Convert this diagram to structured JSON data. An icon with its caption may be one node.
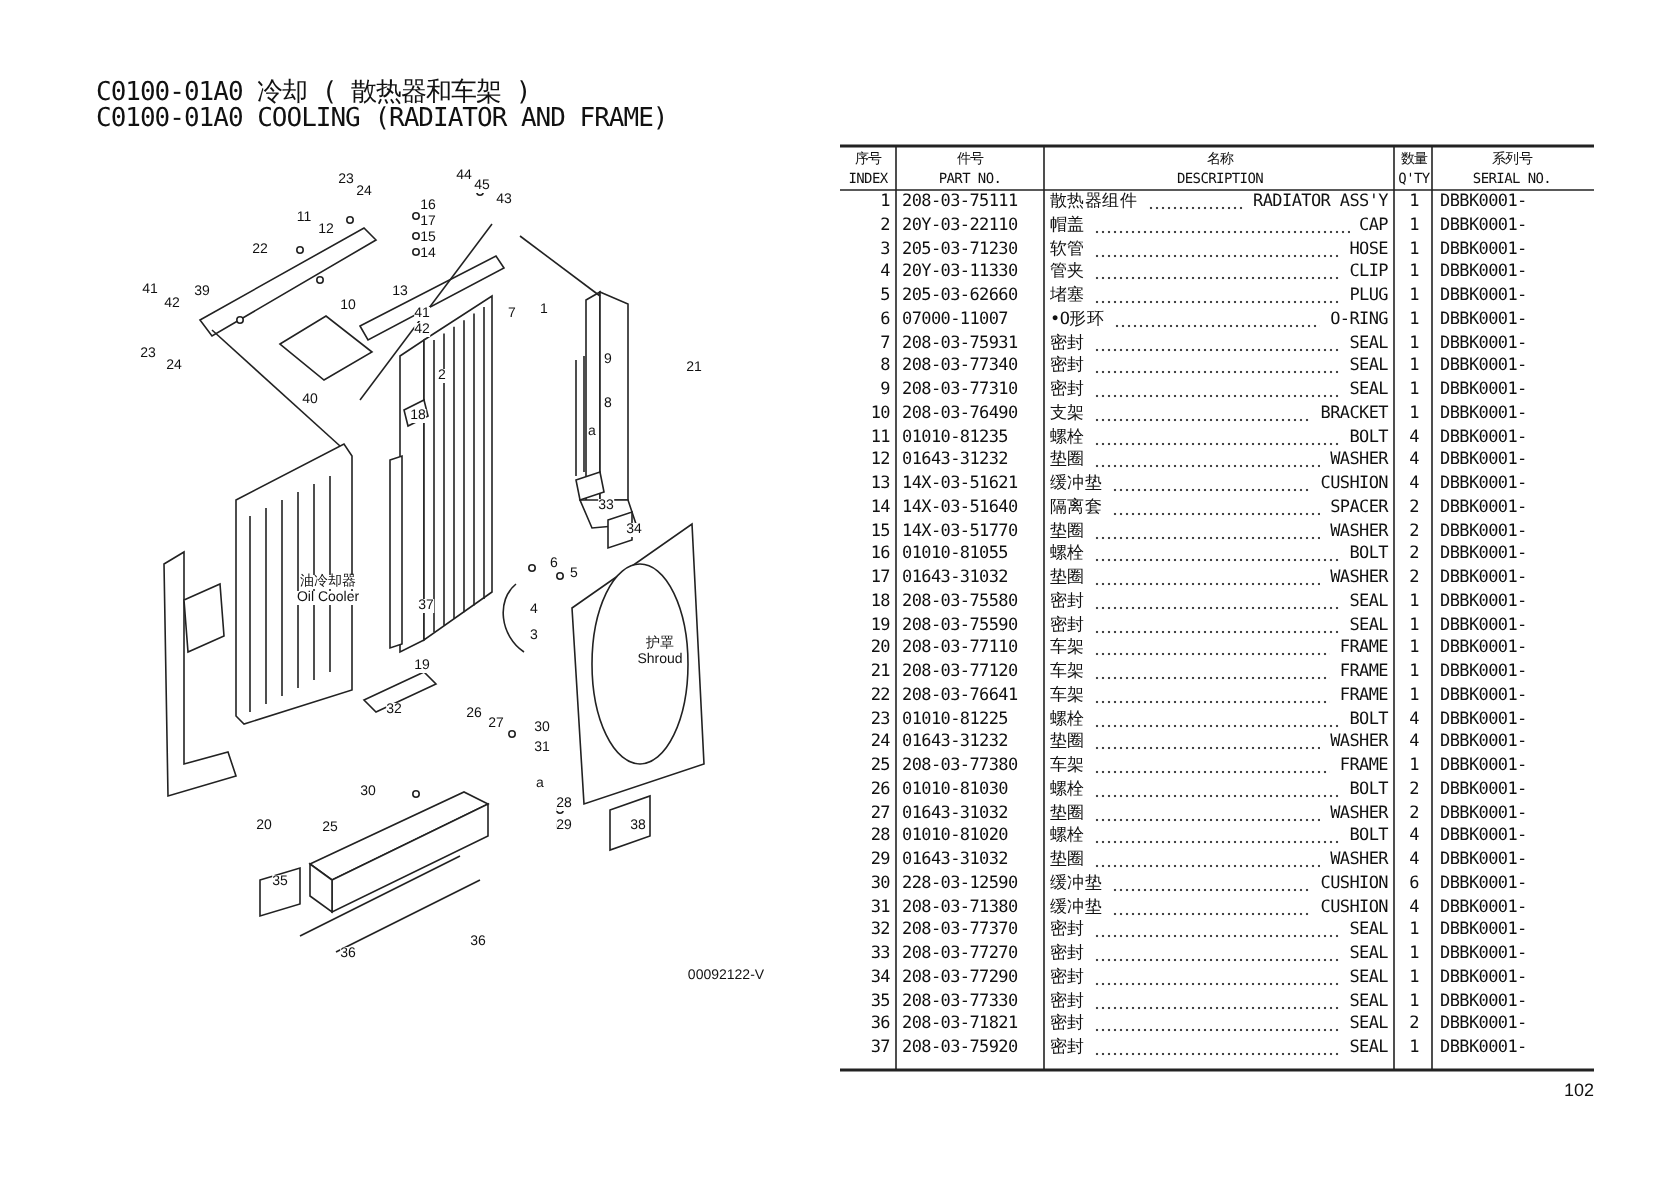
{
  "diagram": {
    "title": "C0100-01A0 冷却 ( 散热器和车架 )",
    "labels": [
      "C0100-01A0 COOLING (RADIATOR AND FRAME)",
      "44",
      "23",
      "45",
      "24",
      "16",
      "43",
      "11",
      "17",
      "12",
      "15",
      "22",
      "14",
      "41",
      "39",
      "13",
      "42",
      "10",
      "41",
      "1",
      "7",
      "42",
      "23",
      "9",
      "24",
      "21",
      "2",
      "40",
      "8",
      "18",
      "a",
      "33",
      "34",
      "6",
      "5",
      "油冷却器",
      "Oil Cooler",
      "37",
      "4",
      "3",
      "护罩",
      "Shroud",
      "19",
      "32",
      "26",
      "27",
      "30",
      "31",
      "a",
      "30",
      "28",
      "20",
      "25",
      "29",
      "38",
      "35",
      "36",
      "36",
      "00092122-V",
      "序号",
      "件号",
      "名称",
      "数量",
      "系列号",
      "INDEX",
      "PART NO.",
      "DESCRIPTION",
      "Q'TY",
      "SERIAL NO.",
      "1",
      "208-03-75111",
      "散热器组件",
      "RADIATOR ASS'Y",
      "1",
      "DBBK0001-",
      "2",
      "20Y-03-22110",
      "帽盖",
      "CAP",
      "1",
      "DBBK0001-",
      "3",
      "205-03-71230",
      "软管",
      "HOSE",
      "1",
      "DBBK0001-",
      "4",
      "20Y-03-11330",
      "管夹",
      "CLIP",
      "1",
      "DBBK0001-",
      "5",
      "205-03-62660",
      "堵塞",
      "PLUG",
      "1",
      "DBBK0001-",
      "6",
      "07000-11007",
      "•O形环",
      "O-RING",
      "1",
      "DBBK0001-",
      "7",
      "208-03-75931",
      "密封",
      "SEAL",
      "1",
      "DBBK0001-",
      "8",
      "208-03-77340",
      "密封",
      "SEAL",
      "1",
      "DBBK0001-",
      "9",
      "208-03-77310",
      "密封",
      "SEAL",
      "1",
      "DBBK0001-",
      "10",
      "208-03-76490",
      "支架",
      "BRACKET",
      "1",
      "DBBK0001-",
      "11",
      "01010-81235",
      "螺栓",
      "BOLT",
      "4",
      "DBBK0001-",
      "12",
      "01643-31232",
      "垫圈",
      "WASHER",
      "4",
      "DBBK0001-",
      "13",
      "14X-03-51621",
      "缓冲垫",
      "CUSHION",
      "4",
      "DBBK0001-",
      "14",
      "14X-03-51640",
      "隔离套",
      "SPACER",
      "2",
      "DBBK0001-",
      "15",
      "14X-03-51770",
      "垫圈",
      "WASHER",
      "2",
      "DBBK0001-",
      "16",
      "01010-81055",
      "螺栓",
      "BOLT",
      "2",
      "DBBK0001-",
      "17",
      "01643-31032",
      "垫圈",
      "WASHER",
      "2",
      "DBBK0001-",
      "18",
      "208-03-75580",
      "密封",
      "SEAL",
      "1",
      "DBBK0001-",
      "19",
      "208-03-75590",
      "密封",
      "SEAL",
      "1",
      "DBBK0001-",
      "20",
      "208-03-77110",
      "车架",
      "FRAME",
      "1",
      "DBBK0001-",
      "21",
      "208-03-77120",
      "车架",
      "FRAME",
      "1",
      "DBBK0001-",
      "22",
      "208-03-76641",
      "车架",
      "FRAME",
      "1",
      "DBBK0001-",
      "23",
      "01010-81225",
      "螺栓",
      "BOLT",
      "4",
      "DBBK0001-",
      "24",
      "01643-31232",
      "垫圈",
      "WASHER",
      "4",
      "DBBK0001-",
      "25",
      "208-03-77380",
      "车架",
      "FRAME",
      "1",
      "DBBK0001-",
      "26",
      "01010-81030",
      "螺栓",
      "BOLT",
      "2",
      "DBBK0001-",
      "27",
      "01643-31032",
      "垫圈",
      "WASHER",
      "2",
      "DBBK0001-",
      "28",
      "01010-81020",
      "螺栓",
      "BOLT",
      "4",
      "DBBK0001-",
      "29",
      "01643-31032",
      "垫圈",
      "WASHER",
      "4",
      "DBBK0001-",
      "30",
      "228-03-12590",
      "缓冲垫",
      "CUSHION",
      "6",
      "DBBK0001-",
      "31",
      "208-03-71380",
      "缓冲垫",
      "CUSHION",
      "4",
      "DBBK0001-",
      "32",
      "208-03-77370",
      "密封",
      "SEAL",
      "1",
      "DBBK0001-",
      "33",
      "208-03-77270",
      "密封",
      "SEAL",
      "1",
      "DBBK0001-",
      "34",
      "208-03-77290",
      "密封",
      "SEAL",
      "1",
      "DBBK0001-",
      "35",
      "208-03-77330",
      "密封",
      "SEAL",
      "1",
      "DBBK0001-",
      "36",
      "208-03-71821",
      "密封",
      "SEAL",
      "2",
      "DBBK0001-",
      "37",
      "208-03-75920",
      "密封",
      "SEAL",
      "1",
      "DBBK0001-",
      "102"
    ]
  }
}
